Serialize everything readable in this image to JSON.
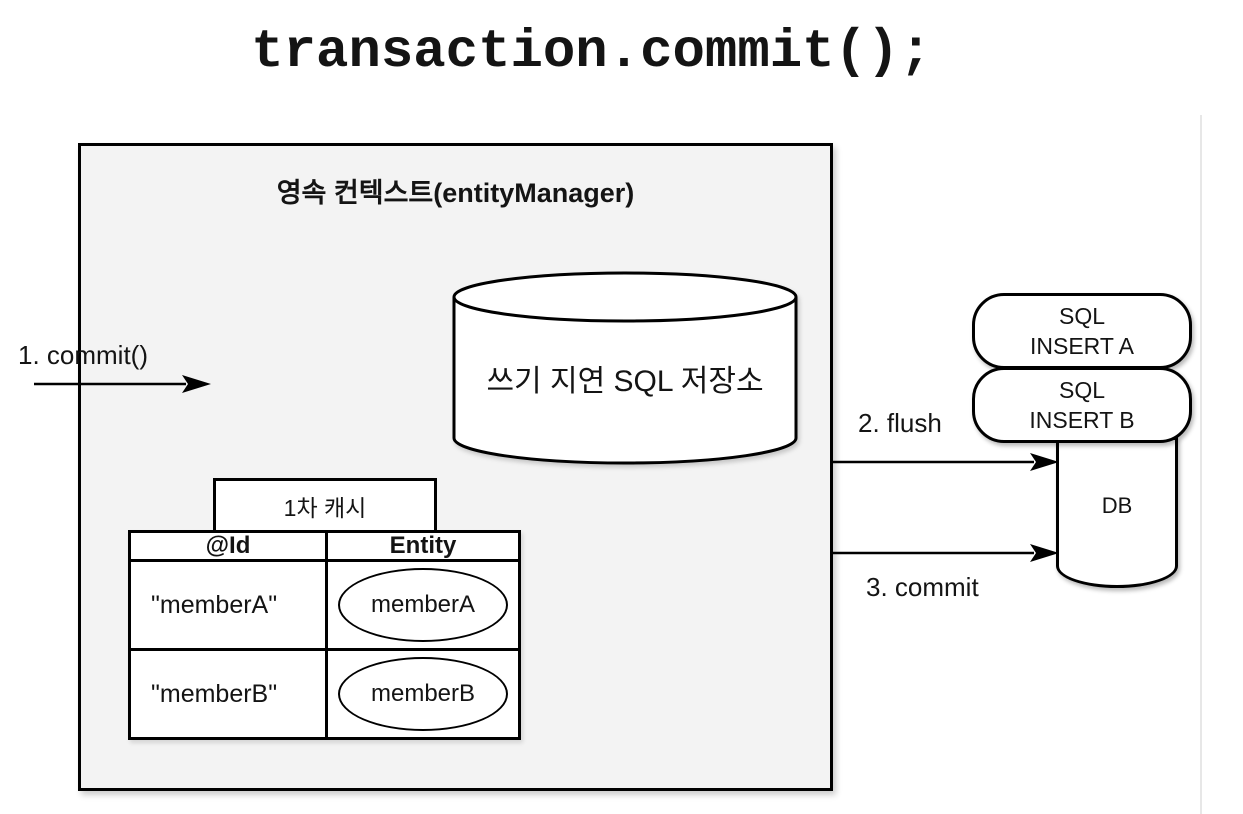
{
  "colors": {
    "background": "#ffffff",
    "context_box_fill": "#f3f3f3",
    "stroke": "#000000",
    "slide_edge": "#e7e7e7"
  },
  "title": "transaction.commit();",
  "context": {
    "label": "영속 컨텍스트(entityManager)",
    "write_behind_store_label": "쓰기 지연 SQL 저장소",
    "cache": {
      "tab": "1차 캐시",
      "columns": [
        "@Id",
        "Entity"
      ],
      "rows": [
        {
          "id": "\"memberA\"",
          "entity": "memberA"
        },
        {
          "id": "\"memberB\"",
          "entity": "memberB"
        }
      ]
    }
  },
  "flow": {
    "step1": "1. commit()",
    "step2": "2. flush",
    "step3": "3. commit"
  },
  "sql_queue": [
    {
      "line1": "SQL",
      "line2": "INSERT A"
    },
    {
      "line1": "SQL",
      "line2": "INSERT B"
    }
  ],
  "db_label": "DB"
}
